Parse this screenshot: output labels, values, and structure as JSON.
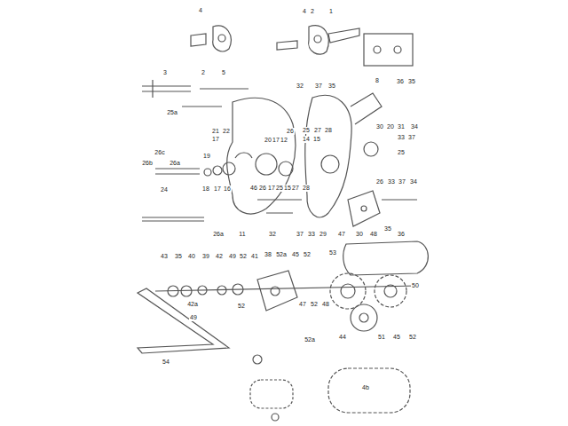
{
  "diagram": {
    "labels": [
      "4",
      "4",
      "2",
      "1",
      "3",
      "2",
      "5",
      "32",
      "37",
      "35",
      "8",
      "36",
      "35",
      "25a",
      "21",
      "22",
      "17",
      "26",
      "25",
      "27",
      "28",
      "20",
      "17",
      "12",
      "14",
      "15",
      "30",
      "20",
      "31",
      "34",
      "33",
      "37",
      "26c",
      "26b",
      "26a",
      "19",
      "25",
      "24",
      "18",
      "17",
      "16",
      "46",
      "26",
      "17",
      "25",
      "15",
      "27",
      "28",
      "26",
      "33",
      "37",
      "34",
      "26a",
      "11",
      "32",
      "37",
      "33",
      "29",
      "47",
      "30",
      "48",
      "35",
      "36",
      "53",
      "43",
      "35",
      "40",
      "39",
      "42",
      "49",
      "52",
      "41",
      "38",
      "52a",
      "45",
      "52",
      "42a",
      "49",
      "52",
      "47",
      "52",
      "48",
      "50",
      "52a",
      "44",
      "51",
      "45",
      "52",
      "54",
      "4b"
    ]
  }
}
